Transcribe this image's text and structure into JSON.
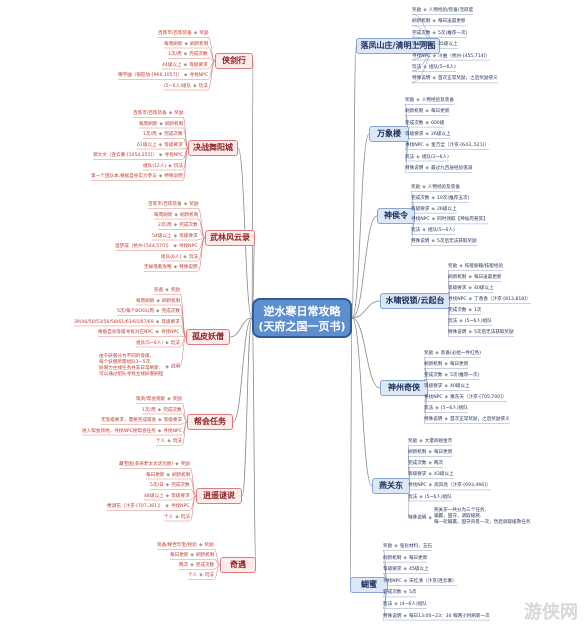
{
  "center": {
    "line1": "逆水寒日常攻略",
    "line2": "(天府之国一页书)"
  },
  "watermark": "游侠网",
  "branches": [
    {
      "id": "b1",
      "label": "侠剑行",
      "side": "left",
      "items": [
        [
          "百炼币/百炼装备",
          "奖励"
        ],
        [
          "每周刷新",
          "刷新机制"
        ],
        [
          "1次/周",
          "完成次数"
        ],
        [
          "44级以上",
          "等级要求"
        ],
        [
          "穆宇幽（银匠坊-[966,1057]）",
          "寻找NPC"
        ],
        [
          "(5~6人)组队",
          "玩法"
        ]
      ]
    },
    {
      "id": "b2",
      "label": "决战舞阳城",
      "side": "left",
      "items": [
        [
          "百炼币/百炼装备",
          "奖励"
        ],
        [
          "每周刷新",
          "刷新机制"
        ],
        [
          "1次/周",
          "完成次数"
        ],
        [
          "61级以上",
          "等级要求"
        ],
        [
          "郑大文（连云寨-[1054,255]）",
          "寻找NPC"
        ],
        [
          "组队(12人)",
          "玩法"
        ],
        [
          "第一个团队本,根据自身实力参与",
          "特殊说明"
        ]
      ]
    },
    {
      "id": "b3",
      "label": "武林风云录",
      "side": "left",
      "items": [
        [
          "百炼币/百炼装备",
          "奖励"
        ],
        [
          "每周刷新",
          "刷新机制"
        ],
        [
          "2次/周",
          "完成次数"
        ],
        [
          "54级以上",
          "等级要求"
        ],
        [
          "温梦成（杭州-[544,570]）",
          "寻找NPC"
        ],
        [
          "组队(6人)",
          "玩法"
        ],
        [
          "无掉落看攻略",
          "特殊说明"
        ]
      ]
    },
    {
      "id": "b4",
      "label": "孤皮妖僧",
      "side": "left",
      "items": [
        [
          "装备",
          "奖励"
        ],
        [
          "每周刷新",
          "刷新机制"
        ],
        [
          "5次/每个BOSS/周",
          "完成次数"
        ],
        [
          "39/46/50/53/56/58/61/63/65/67/69",
          "等级要求"
        ],
        [
          "根据自身等级寻找对应NPC",
          "寻找NPC"
        ],
        [
          "组队(5~6人)",
          "玩法"
        ]
      ],
      "note": [
        "由于妖僧分为不同的等级,",
        "每个妖僧所需组队1~5次,",
        "妖僧为主线任务并非日常刷新,",
        "可以通过组队寻找主线妖僧刷怪"
      ],
      "note_tag": "说明"
    },
    {
      "id": "b5",
      "label": "帮会任务",
      "side": "left",
      "items": [
        [
          "帮贡/帮会贡献",
          "奖励"
        ],
        [
          "1次/周",
          "完成次数"
        ],
        [
          "无等级要求，需要完成帮会",
          "等级要求"
        ],
        [
          "进入帮会领地，寻找NPC接帮会任务",
          "寻找NPC"
        ],
        [
          "个人",
          "玩法"
        ]
      ]
    },
    {
      "id": "b6",
      "label": "逍遥谜说",
      "side": "left",
      "items": [
        [
          "藏宝图(多块老太太话功勋)",
          "奖励"
        ],
        [
          "每日更新",
          "刷新机制"
        ],
        [
          "5次/日",
          "完成次数"
        ],
        [
          "48级以上",
          "等级要求"
        ],
        [
          "楼调花（汴京-[707,381]）",
          "寻找NPC"
        ],
        [
          "个人",
          "玩法"
        ]
      ]
    },
    {
      "id": "b7",
      "label": "奇遇",
      "side": "left",
      "items": [
        [
          "装备/稀世珍宝/经验",
          "奖励"
        ],
        [
          "每日更新",
          "刷新机制"
        ],
        [
          "两次",
          "完成次数"
        ],
        [
          "个人",
          "玩法"
        ]
      ]
    },
    {
      "id": "b8",
      "label": "落凤山庄/清明上河图",
      "side": "right",
      "items": [
        [
          "奖励",
          "人物经验/装备/活跃度"
        ],
        [
          "刷新机制",
          "每日凌晨更新"
        ],
        [
          "完成次数",
          "5次(推荐一次)"
        ],
        [
          "等级要求",
          "35级以上"
        ],
        [
          "寻找NPC",
          "冷曲（杭州-[455,714]）"
        ],
        [
          "玩法",
          "组队(5~6人)"
        ],
        [
          "特殊说明",
          "首次正常奖励，之后奖励侠义"
        ]
      ]
    },
    {
      "id": "b9",
      "label": "万象楼",
      "side": "right",
      "items": [
        [
          "奖励",
          "人物经验及装备"
        ],
        [
          "刷新机制",
          "每日更新"
        ],
        [
          "完成次数",
          "600级"
        ],
        [
          "等级要求",
          "26级以上"
        ],
        [
          "寻找NPC",
          "金万全（汴京-[643,,521]）"
        ],
        [
          "玩法",
          "组队(2~6人)"
        ],
        [
          "特殊说明",
          "最过九百层经验值减"
        ]
      ]
    },
    {
      "id": "b10",
      "label": "神侯令",
      "side": "right",
      "items": [
        [
          "奖励",
          "人物经验及装备"
        ],
        [
          "完成次数",
          "10次(推荐五次)"
        ],
        [
          "等级要求",
          "26级以上"
        ],
        [
          "寻找NPC",
          "同时领取【神侯府悬赏】"
        ],
        [
          "玩法",
          "组队(5~6人)"
        ],
        [
          "特殊说明",
          "5次后无法获取奖励"
        ]
      ]
    },
    {
      "id": "b11",
      "label": "水啸锐锁/云起台",
      "side": "right",
      "items": [
        [
          "奖励",
          "技能秘籍/技能经验"
        ],
        [
          "刷新机制",
          "每日凌晨更新"
        ],
        [
          "等级要求",
          "40级以上"
        ],
        [
          "寻找NPC",
          "丁香香（汴京-[813,818]）"
        ],
        [
          "完成次数",
          "1次"
        ],
        [
          "玩法",
          "(5~6人)组队"
        ],
        [
          "特殊说明",
          "5次后无法获取奖励"
        ]
      ]
    },
    {
      "id": "b12",
      "label": "神州奇侠",
      "side": "right",
      "items": [
        [
          "奖励",
          "装备(必给一件红色)"
        ],
        [
          "刷新机制",
          "每日更新"
        ],
        [
          "完成次数",
          "5次(推荐一次)"
        ],
        [
          "等级要求",
          "40级以上"
        ],
        [
          "寻找NPC",
          "乘东天（汴京-[705,700]）"
        ],
        [
          "玩法",
          "(5~6人)组队"
        ],
        [
          "特殊说明",
          "首次正常奖励，之后奖励侠义"
        ]
      ]
    },
    {
      "id": "b13",
      "label": "燕关东",
      "side": "right",
      "items": [
        [
          "奖励",
          "大量阅视金币"
        ],
        [
          "刷新机制",
          "每日更新"
        ],
        [
          "完成次数",
          "两次"
        ],
        [
          "等级要求",
          "43级以上"
        ],
        [
          "寻找NPC",
          "高凤亮（汴京-[693,466]）"
        ],
        [
          "玩法",
          "(5~6人)组队"
        ]
      ],
      "note": [
        "燕关东一共分为三个任务,",
        "输赢，固守，调取援救.",
        "每一轮输赢，固守背景一次，然后调取援救任务"
      ],
      "note_tag": "特殊说明"
    },
    {
      "id": "b14",
      "label": "蝴蜜",
      "side": "right",
      "items": [
        [
          "奖励",
          "强化材料，玉石"
        ],
        [
          "刷新机制",
          "每日更新"
        ],
        [
          "等级要求",
          "45级以上"
        ],
        [
          "寻找NPC",
          "宋红清（汴京/连云寨）"
        ],
        [
          "完成次数",
          "5次"
        ],
        [
          "玩法",
          "(4~6人)组队"
        ],
        [
          "特殊说明",
          "每日13:00~23：30 每两小时刷新一次"
        ]
      ]
    }
  ]
}
